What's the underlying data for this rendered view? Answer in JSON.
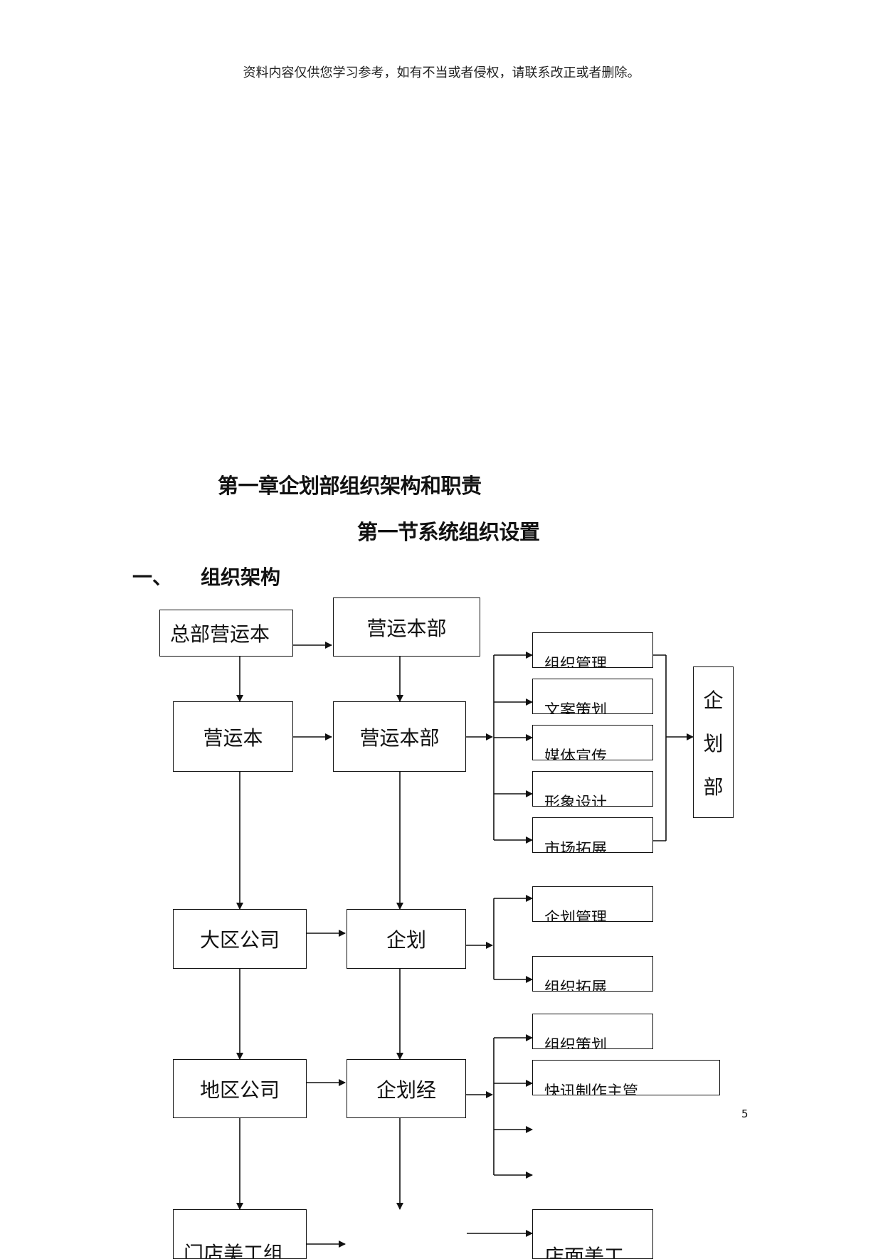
{
  "header_note": "资料内容仅供您学习参考，如有不当或者侵权，请联系改正或者删除。",
  "chapter_title": "第一章企划部组织架构和职责",
  "section_title": "第一节系统组织设置",
  "subsection": {
    "number": "一、",
    "title": "组织架构"
  },
  "org": {
    "hq_ops": "总部营运本",
    "ops_hq_top": "营运本部",
    "ops": "营运本",
    "ops_hq": "营运本部",
    "region_co": "大区公司",
    "planning": "企划",
    "district_co": "地区公司",
    "planning_mgr": "企划经",
    "store_art": "门店美工组",
    "dept_vertical": [
      "企",
      "划",
      "部"
    ],
    "tier1_items": [
      "组织管理",
      "文案策划",
      "媒体宣传",
      "形象设计",
      "市场拓展"
    ],
    "tier2_items": [
      "企划管理",
      "组织拓展"
    ],
    "tier3_items": [
      "组织策划",
      "快讯制作主管"
    ],
    "store_item": "店面美工"
  },
  "page_number": "5"
}
